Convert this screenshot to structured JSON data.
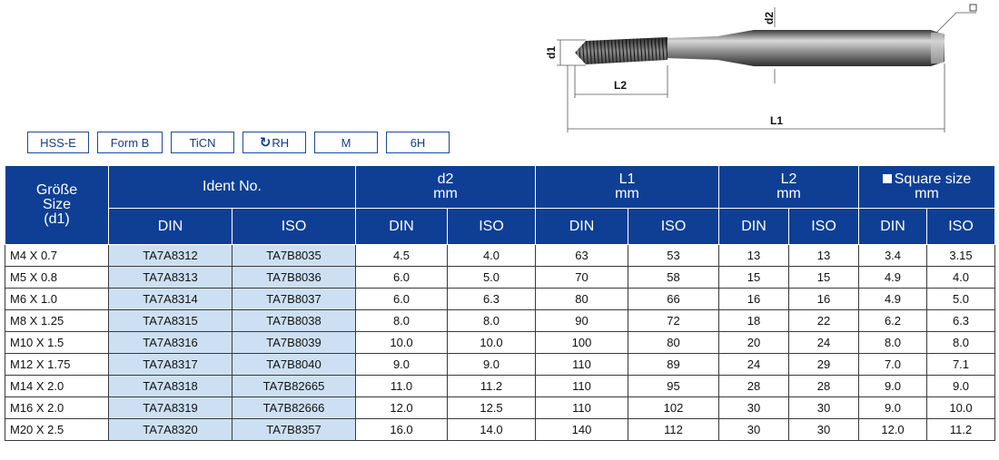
{
  "diagram": {
    "labels": {
      "d1": "d1",
      "d2": "d2",
      "L1": "L1",
      "L2": "L2"
    }
  },
  "badges": [
    {
      "label": "HSS-E"
    },
    {
      "label": "Form B"
    },
    {
      "label": "TiCN"
    },
    {
      "label": "RH",
      "icon": "rotation-arrow-icon"
    },
    {
      "label": "M"
    },
    {
      "label": "6H"
    }
  ],
  "table": {
    "headers": {
      "size_de": "Größe",
      "size_en": "Size",
      "size_sym": "(d1)",
      "ident": "Ident No.",
      "d2": "d2",
      "L1": "L1",
      "L2": "L2",
      "square": "Square size",
      "unit": "mm",
      "din": "DIN",
      "iso": "ISO"
    },
    "rows": [
      {
        "size": "M4 X 0.7",
        "ident_din": "TA7A8312",
        "ident_iso": "TA7B8035",
        "d2_din": "4.5",
        "d2_iso": "4.0",
        "l1_din": "63",
        "l1_iso": "53",
        "l2_din": "13",
        "l2_iso": "13",
        "sq_din": "3.4",
        "sq_iso": "3.15"
      },
      {
        "size": "M5 X 0.8",
        "ident_din": "TA7A8313",
        "ident_iso": "TA7B8036",
        "d2_din": "6.0",
        "d2_iso": "5.0",
        "l1_din": "70",
        "l1_iso": "58",
        "l2_din": "15",
        "l2_iso": "15",
        "sq_din": "4.9",
        "sq_iso": "4.0"
      },
      {
        "size": "M6 X 1.0",
        "ident_din": "TA7A8314",
        "ident_iso": "TA7B8037",
        "d2_din": "6.0",
        "d2_iso": "6.3",
        "l1_din": "80",
        "l1_iso": "66",
        "l2_din": "16",
        "l2_iso": "16",
        "sq_din": "4.9",
        "sq_iso": "5.0"
      },
      {
        "size": "M8 X 1.25",
        "ident_din": "TA7A8315",
        "ident_iso": "TA7B8038",
        "d2_din": "8.0",
        "d2_iso": "8.0",
        "l1_din": "90",
        "l1_iso": "72",
        "l2_din": "18",
        "l2_iso": "22",
        "sq_din": "6.2",
        "sq_iso": "6.3"
      },
      {
        "size": "M10 X 1.5",
        "ident_din": "TA7A8316",
        "ident_iso": "TA7B8039",
        "d2_din": "10.0",
        "d2_iso": "10.0",
        "l1_din": "100",
        "l1_iso": "80",
        "l2_din": "20",
        "l2_iso": "24",
        "sq_din": "8.0",
        "sq_iso": "8.0"
      },
      {
        "size": "M12 X 1.75",
        "ident_din": "TA7A8317",
        "ident_iso": "TA7B8040",
        "d2_din": "9.0",
        "d2_iso": "9.0",
        "l1_din": "110",
        "l1_iso": "89",
        "l2_din": "24",
        "l2_iso": "29",
        "sq_din": "7.0",
        "sq_iso": "7.1"
      },
      {
        "size": "M14 X 2.0",
        "ident_din": "TA7A8318",
        "ident_iso": "TA7B82665",
        "d2_din": "11.0",
        "d2_iso": "11.2",
        "l1_din": "110",
        "l1_iso": "95",
        "l2_din": "28",
        "l2_iso": "28",
        "sq_din": "9.0",
        "sq_iso": "9.0"
      },
      {
        "size": "M16 X 2.0",
        "ident_din": "TA7A8319",
        "ident_iso": "TA7B82666",
        "d2_din": "12.0",
        "d2_iso": "12.5",
        "l1_din": "110",
        "l1_iso": "102",
        "l2_din": "30",
        "l2_iso": "30",
        "sq_din": "9.0",
        "sq_iso": "10.0"
      },
      {
        "size": "M20 X 2.5",
        "ident_din": "TA7A8320",
        "ident_iso": "TA7B8357",
        "d2_din": "16.0",
        "d2_iso": "14.0",
        "l1_din": "140",
        "l1_iso": "112",
        "l2_din": "30",
        "l2_iso": "30",
        "sq_din": "12.0",
        "sq_iso": "11.2"
      }
    ]
  },
  "colors": {
    "header_bg": "#0e3f95",
    "ident_bg": "#cde0f3",
    "badge_border": "#1a4a9c"
  }
}
